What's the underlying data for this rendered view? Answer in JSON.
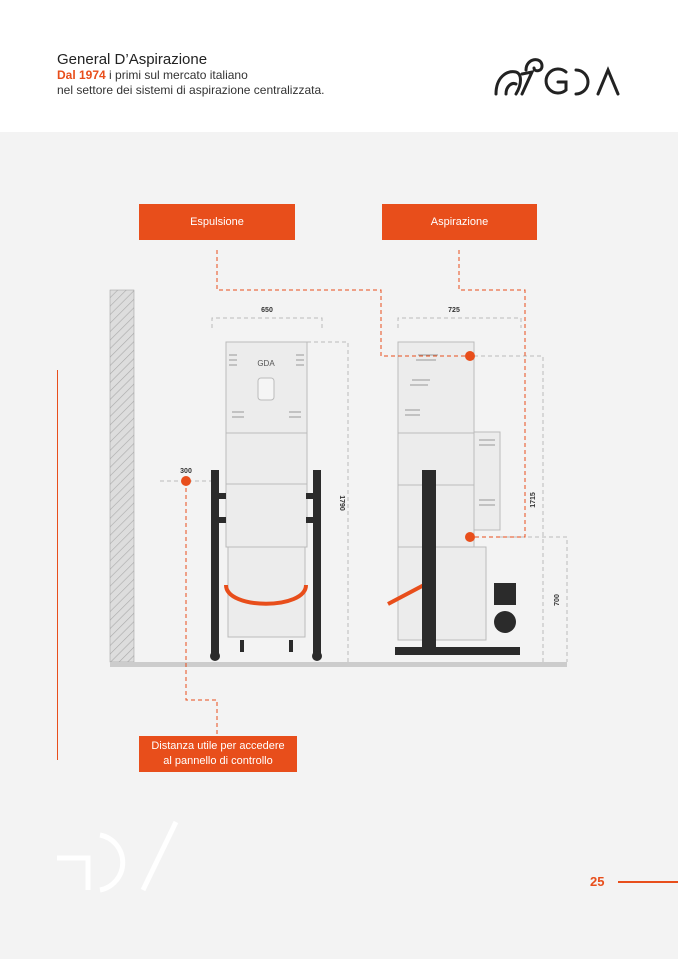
{
  "header": {
    "company": "General D’Aspirazione",
    "since_highlight": "Dal 1974",
    "tagline_rest": " i primi sul mercato italiano",
    "tagline_line2": "nel settore dei sistemi di aspirazione centralizzata.",
    "logo_text": "GDA"
  },
  "labels": {
    "expulsion": "Espulsione",
    "aspiration": "Aspirazione",
    "access_line1": "Distanza utile per accedere",
    "access_line2": "al pannello di controllo"
  },
  "dimensions": {
    "left_width": "650",
    "right_width": "725",
    "wall_distance": "300",
    "left_height": "1790",
    "right_height": "1715",
    "inlet_height": "700"
  },
  "page": {
    "number": "25"
  },
  "colors": {
    "accent": "#e84e1b",
    "dark": "#2b2b2b",
    "background": "#f3f3f3"
  }
}
